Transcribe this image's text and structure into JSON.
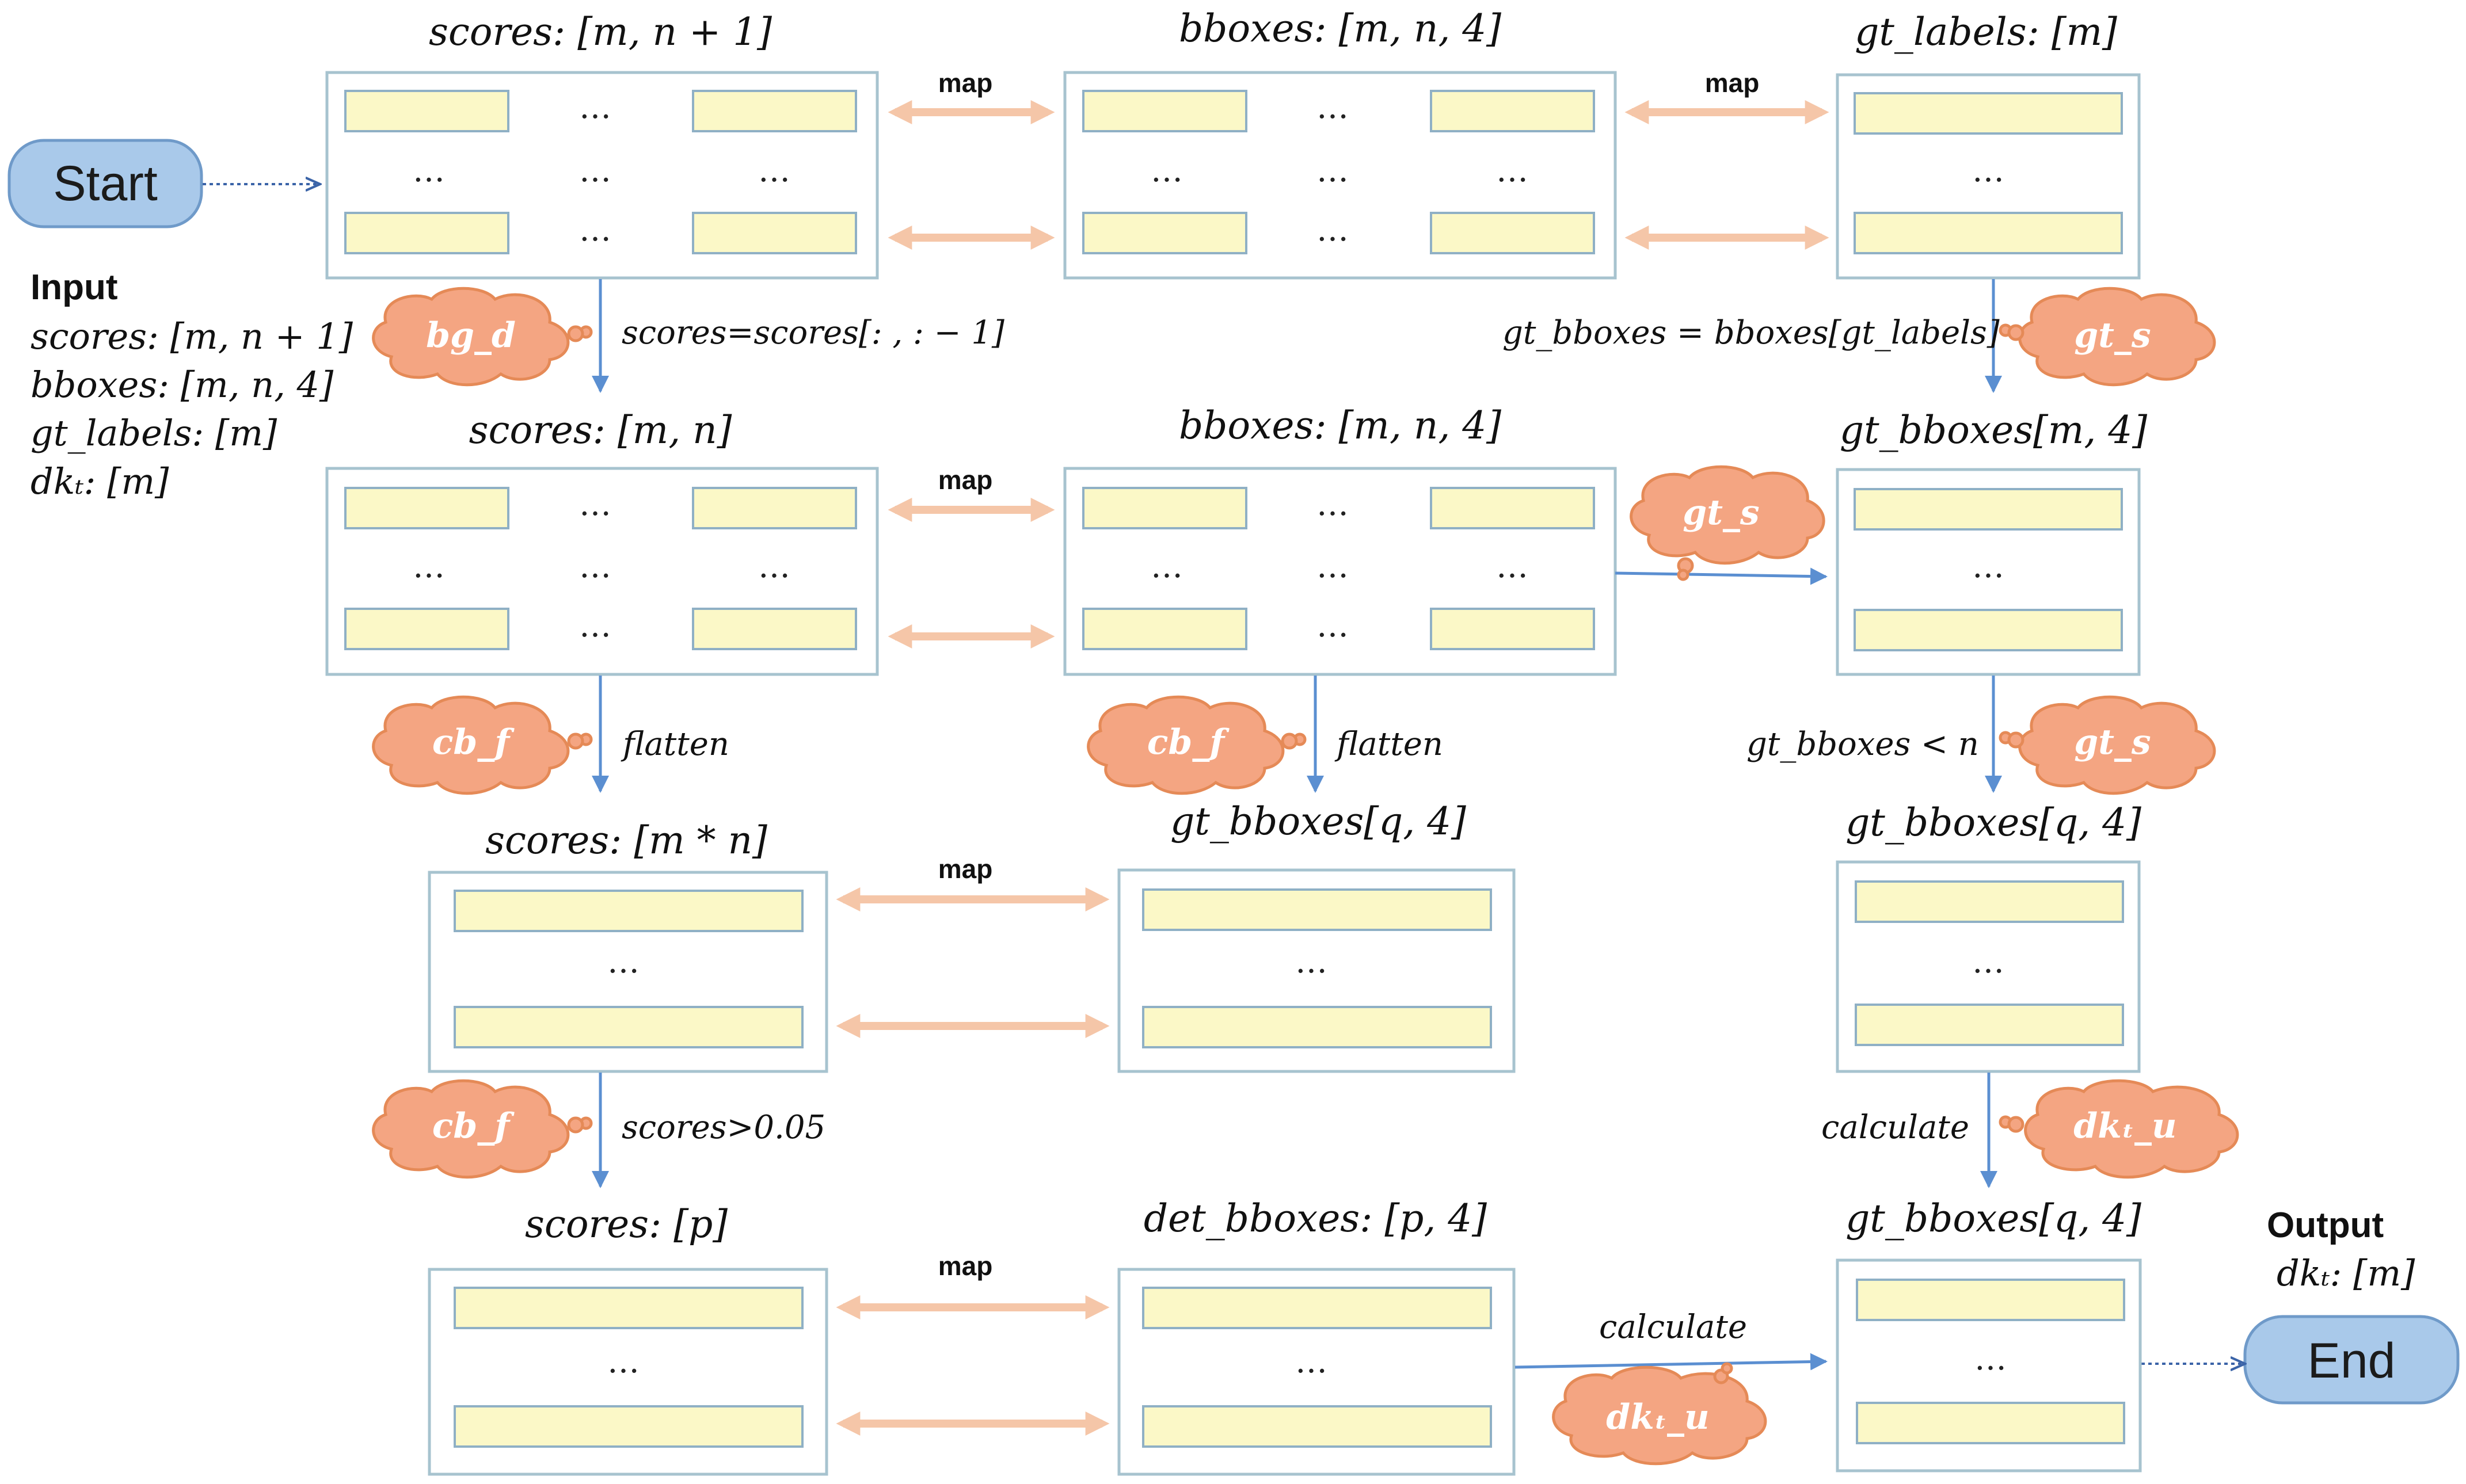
{
  "start_label": "Start",
  "end_label": "End",
  "input": {
    "header": "Input",
    "lines": [
      "scores: [m, n + 1]",
      "bboxes: [m, n, 4]",
      "gt_labels: [m]",
      "dkₜ: [m]"
    ]
  },
  "output": {
    "header": "Output",
    "line": "dkₜ: [m]"
  },
  "row1": {
    "scores_title": "scores: [m, n + 1]",
    "bboxes_title": "bboxes: [m, n, 4]",
    "gt_labels_title": "gt_labels: [m]",
    "map_left": "map",
    "map_right": "map"
  },
  "row2": {
    "scores_title": "scores: [m, n]",
    "bboxes_title": "bboxes: [m, n, 4]",
    "gt_bboxes_title": "gt_bboxes[m, 4]",
    "map": "map"
  },
  "row3": {
    "scores_title": "scores: [m * n]",
    "gt_bboxes_mid_title": "gt_bboxes[q, 4]",
    "gt_bboxes_right_title": "gt_bboxes[q, 4]",
    "map": "map"
  },
  "row4": {
    "scores_title": "scores: [p]",
    "det_bboxes_title": "det_bboxes: [p, 4]",
    "gt_bboxes_title": "gt_bboxes[q, 4]",
    "map": "map"
  },
  "edges": {
    "scores_slice": "scores=scores[: , : − 1]",
    "gt_bboxes_index": "gt_bboxes = bboxes[gt_labels]",
    "flatten_left": "flatten",
    "flatten_mid": "flatten",
    "gt_bboxes_lt_n": "gt_bboxes < n",
    "scores_threshold": "scores>0.05",
    "calculate_right": "calculate",
    "calculate_bottom": "calculate"
  },
  "clouds": {
    "bg_d": "bg_d",
    "gt_s_top": "gt_s",
    "gt_s_mid": "gt_s",
    "gt_s_right": "gt_s",
    "cb_f_left": "cb_f",
    "cb_f_mid": "cb_f",
    "cb_f_low": "cb_f",
    "dkt_u_right": "dkₜ_u",
    "dkt_u_bottom": "dkₜ_u"
  },
  "ellipsis": "…",
  "colors": {
    "cell_fill": "#fbf8c7",
    "box_stroke": "#a7c3cf",
    "map_arrow": "#f5c6a8",
    "flow_arrow": "#5b8fd1",
    "cloud_fill": "#f4a582",
    "terminal_fill": "#a9c9ea"
  }
}
